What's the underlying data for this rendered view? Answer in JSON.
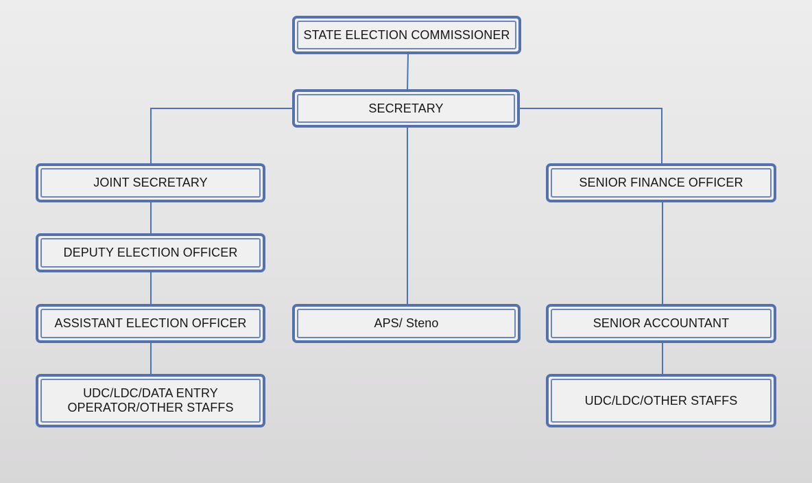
{
  "org_chart": {
    "commissioner": "STATE ELECTION COMMISSIONER",
    "secretary": "SECRETARY",
    "joint_secretary": "JOINT SECRETARY",
    "deputy_election_officer": "DEPUTY ELECTION OFFICER",
    "assistant_election_officer": "ASSISTANT ELECTION OFFICER",
    "udc_ldc_data_entry": "UDC/LDC/DATA ENTRY\nOPERATOR/OTHER STAFFS",
    "aps_steno": "APS/ Steno",
    "senior_finance_officer": "SENIOR FINANCE OFFICER",
    "senior_accountant": "SENIOR ACCOUNTANT",
    "udc_ldc_other_staffs": "UDC/LDC/OTHER STAFFS"
  },
  "colors": {
    "box_border": "#5470ad",
    "box_fill": "#f0f0f1",
    "connector": "#4a72bd"
  }
}
